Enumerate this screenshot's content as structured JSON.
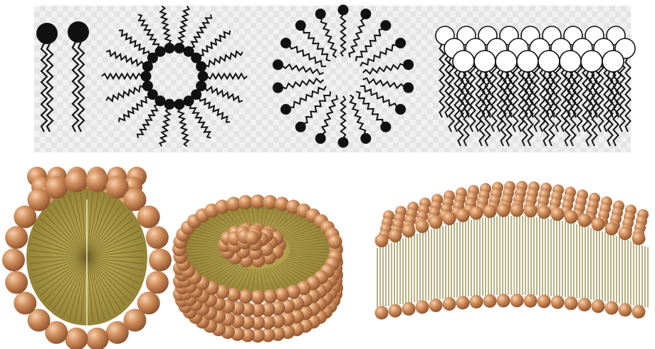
{
  "figure": {
    "background": "#ffffff",
    "top_row": {
      "backdrop_color": "#f1f1f1",
      "checker_color": "#e4e4e4",
      "ink_color": "#111111",
      "panels": [
        {
          "name": "lipid-pair",
          "head_style": "filled-black",
          "count": 2
        },
        {
          "name": "micelle-cross-section",
          "head_style": "filled-black",
          "count": 18
        },
        {
          "name": "inverse-micelle-cross-section",
          "head_style": "filled-black",
          "count": 18
        },
        {
          "name": "monolayer",
          "head_style": "hollow-white",
          "rows": 3,
          "per_row": 9
        }
      ]
    },
    "bottom_row": {
      "head_color": "#d18f5d",
      "head_highlight": "#f3c49c",
      "head_shadow": "#8f5530",
      "tail_color": "#8a7a30",
      "core_color": "#b3a24c",
      "panels": [
        {
          "name": "cylindrical-micelle"
        },
        {
          "name": "bicelle-disc"
        },
        {
          "name": "lipid-bilayer-sheet"
        }
      ]
    }
  }
}
